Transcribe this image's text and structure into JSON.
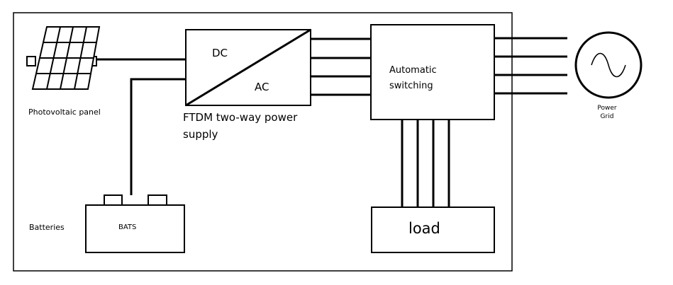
{
  "labels": {
    "photovoltaic": "Photovoltaic panel",
    "dc": "DC",
    "ac": "AC",
    "inverter_line1": "FTDM two-way power",
    "inverter_line2": "supply",
    "switch_line1": "Automatic",
    "switch_line2": "switching",
    "grid_line1": "Power",
    "grid_line2": "Grid",
    "batteries": "Batteries",
    "bats": "BATS",
    "load": "load"
  }
}
